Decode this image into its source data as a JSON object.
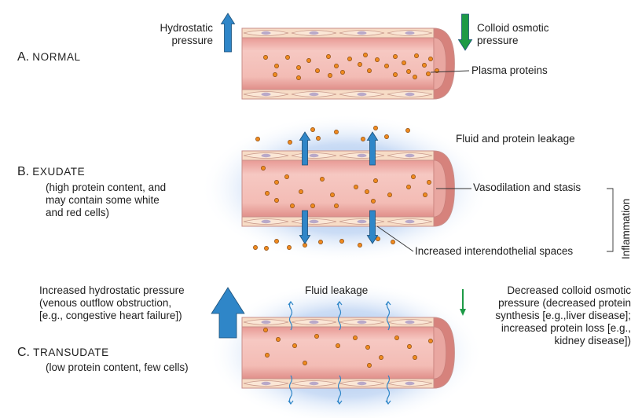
{
  "panel_a": {
    "letter": "A.",
    "title": "NORMAL",
    "hydrostatic": "Hydrostatic\npressure",
    "colloid": "Colloid osmotic\npressure",
    "plasma": "Plasma proteins"
  },
  "panel_b": {
    "letter": "B.",
    "title": "EXUDATE",
    "subtitle": "(high protein content, and\nmay contain some white\nand red cells)",
    "leakage": "Fluid and protein leakage",
    "vasodilation": "Vasodilation and stasis",
    "spaces": "Increased interendothelial spaces",
    "inflammation": "Inflammation"
  },
  "panel_c": {
    "letter": "C.",
    "title": "TRANSUDATE",
    "subtitle": "(low protein content, few cells)",
    "fluid": "Fluid leakage",
    "hydro": "Increased hydrostatic pressure\n(venous outflow obstruction,\n[e.g., congestive heart failure])",
    "colloid": "Decreased colloid osmotic\npressure (decreased protein\nsynthesis [e.g.,liver disease];\nincreased protein loss [e.g.,\nkidney disease])"
  },
  "colors": {
    "lumen": "#f0b3ad",
    "wall": "#f7dcc6",
    "wall_outline": "#c98f8a",
    "end_cap": "#d6827c",
    "protein": "#ef8a1f",
    "arrow_blue": "#2f86c8",
    "arrow_green": "#1d9a46",
    "halo": "#9fc0ea"
  },
  "icons": {
    "hydrostatic": "arrow-up-icon",
    "colloid": "arrow-down-icon",
    "protein": "protein-dot-icon",
    "leak": "wavy-arrow-icon"
  }
}
